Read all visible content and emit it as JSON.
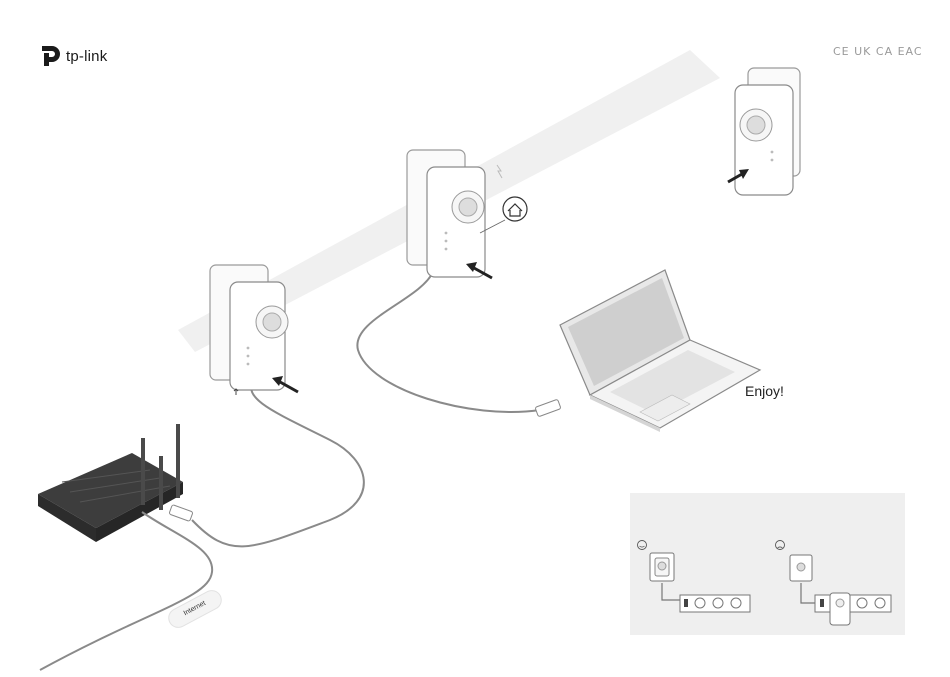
{
  "brand": {
    "name": "tp-link",
    "logo_icon": "tp-link-logo-icon"
  },
  "certifications": "CE UK CA EAC",
  "labels": {
    "enjoy": "Enjoy!",
    "internet": "Internet"
  },
  "icons": {
    "home": "home-icon",
    "happy": "smiley-face-icon",
    "sad": "sad-face-icon"
  },
  "colors": {
    "cable": "#8a8a8a",
    "device_outline": "#9a9a9a",
    "background_band": "#f0f0f0",
    "inset_bg": "#efefef"
  }
}
